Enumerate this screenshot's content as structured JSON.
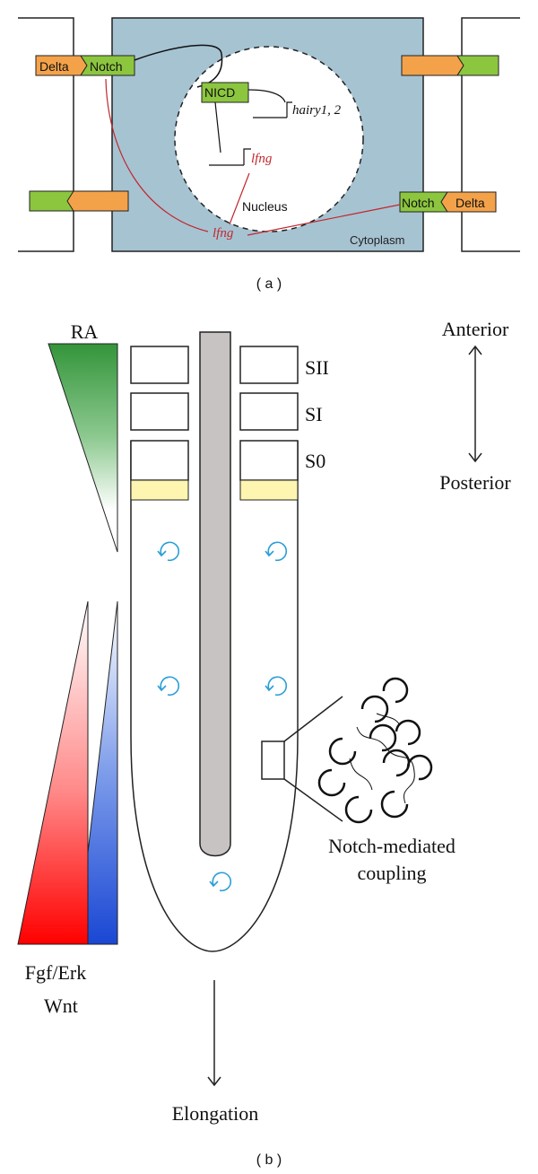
{
  "panel_a": {
    "caption": "( a )",
    "delta_left": "Delta",
    "notch_left": "Notch",
    "nicd": "NICD",
    "hairy": "hairy1, 2",
    "lfng_gene": "lfng",
    "nucleus": "Nucleus",
    "lfng_protein": "lfng",
    "cytoplasm": "Cytoplasm",
    "notch_right": "Notch",
    "delta_right": "Delta",
    "colors": {
      "cytoplasm": "#a6c3d2",
      "delta": "#f4a24a",
      "notch": "#8cc63f",
      "lfng": "#c1272d"
    }
  },
  "panel_b": {
    "caption": "( b )",
    "ra": "RA",
    "somites": [
      "SII",
      "SI",
      "S0"
    ],
    "anterior": "Anterior",
    "posterior": "Posterior",
    "fgf": "Fgf/Erk",
    "wnt": "Wnt",
    "coupling_line1": "Notch-mediated",
    "coupling_line2": "coupling",
    "elongation": "Elongation",
    "colors": {
      "ra": "#3a9a3e",
      "fgf": "#ff0000",
      "wnt": "#1f4fd6",
      "notochord": "#c8c3c3",
      "determination_band": "#fdf5b0",
      "oscillation": "#2a9fd6"
    }
  }
}
